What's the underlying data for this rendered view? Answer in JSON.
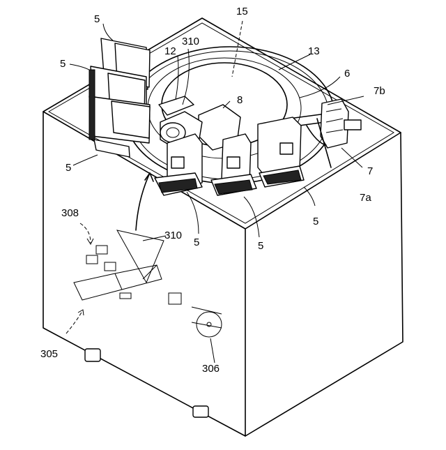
{
  "labels": {
    "l15": "15",
    "l13": "13",
    "l6": "6",
    "l7b": "7b",
    "l12": "12",
    "l310top": "310",
    "l8": "8",
    "l5a": "5",
    "l5b": "5",
    "l5c": "5",
    "l5d": "5",
    "l5e": "5",
    "l5f": "5",
    "l7": "7",
    "l7a": "7a",
    "l308": "308",
    "l310mid": "310",
    "l305": "305",
    "l306": "306"
  }
}
